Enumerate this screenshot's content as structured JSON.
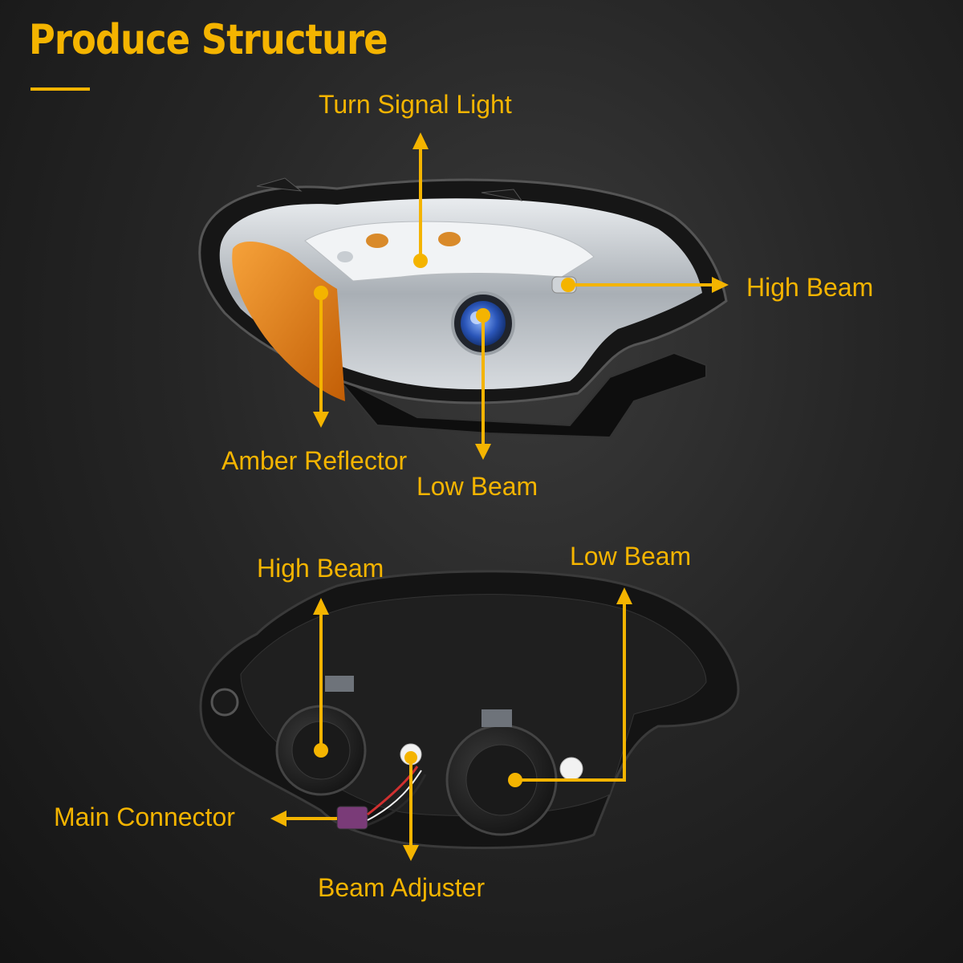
{
  "title": "Produce Structure",
  "front_view": {
    "turn_signal_label": "Turn Signal Light",
    "high_beam_label": "High Beam",
    "amber_reflector_label": "Amber Reflector",
    "low_beam_label": "Low Beam"
  },
  "rear_view": {
    "high_beam_label": "High Beam",
    "low_beam_label": "Low Beam",
    "main_connector_label": "Main Connector",
    "beam_adjuster_label": "Beam Adjuster"
  },
  "colors": {
    "accent": "#f4b400",
    "background": "#262626",
    "amber": "#e07a10",
    "projector_blue": "#3a6fd8"
  }
}
